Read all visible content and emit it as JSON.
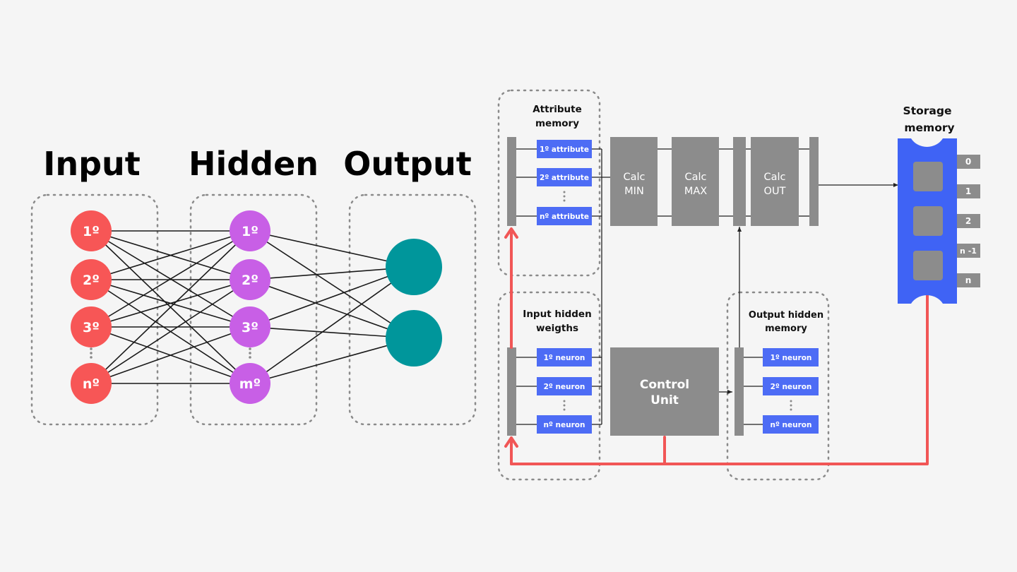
{
  "network": {
    "headings": {
      "input": "Input",
      "hidden": "Hidden",
      "output": "Output"
    },
    "input_nodes": [
      "1º",
      "2º",
      "3º",
      "nº"
    ],
    "hidden_nodes": [
      "1º",
      "2º",
      "3º",
      "mº"
    ],
    "output_node_count": 2,
    "colors": {
      "input": "#f75656",
      "hidden": "#c85fe6",
      "output": "#00969b"
    }
  },
  "hardware": {
    "attribute_memory": {
      "title": [
        "Attribute",
        "memory"
      ],
      "items": [
        "1º attribute",
        "2º attribute",
        "nº attribute"
      ]
    },
    "input_hidden_weights": {
      "title": [
        "Input hidden",
        "weigths"
      ],
      "items": [
        "1º neuron",
        "2º neuron",
        "nº neuron"
      ]
    },
    "output_hidden_memory": {
      "title": [
        "Output hidden",
        "memory"
      ],
      "items": [
        "1º neuron",
        "2º neuron",
        "nº neuron"
      ]
    },
    "calc_min": [
      "Calc",
      "MIN"
    ],
    "calc_max": [
      "Calc",
      "MAX"
    ],
    "calc_out": [
      "Calc",
      "OUT"
    ],
    "control_unit": [
      "Control",
      "Unit"
    ],
    "storage_memory": {
      "title": [
        "Storage",
        "memory"
      ],
      "addresses": [
        "0",
        "1",
        "2",
        "n -1",
        "n"
      ]
    },
    "colors": {
      "block": "#8c8c8c",
      "memory_item": "#4d6cf5",
      "storage": "#3f63f5",
      "bus": "#f15656"
    }
  }
}
